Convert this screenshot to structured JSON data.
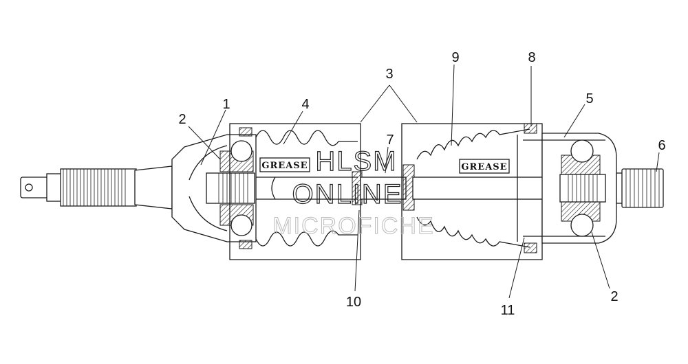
{
  "callouts": {
    "c1": "1",
    "c2a": "2",
    "c2b": "2",
    "c3": "3",
    "c4": "4",
    "c5": "5",
    "c6": "6",
    "c7": "7",
    "c8": "8",
    "c9": "9",
    "c10": "10",
    "c11": "11"
  },
  "labels": {
    "grease_left": "GREASE",
    "grease_right": "GREASE"
  },
  "watermark": {
    "line1": "HLSM",
    "line2": "ONLINE",
    "line3": "MICROFICHE"
  }
}
